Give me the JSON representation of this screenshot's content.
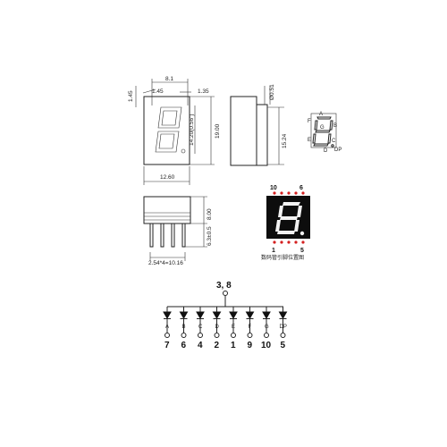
{
  "front_view": {
    "dims": {
      "top_width": "8.1",
      "top_left_small": "1.45",
      "top_right": "1.35",
      "seg_height": "14.20(0.56\")",
      "height": "19.00",
      "width": "12.60"
    }
  },
  "side_view": {
    "dims": {
      "dot": "Ø0.51",
      "height": "15.24"
    }
  },
  "bottom_view": {
    "dims": {
      "height": "8.00",
      "pin_len": "6.3±0.5",
      "pitch": "2.54*4=10.16"
    }
  },
  "segment_map": {
    "labels": [
      "A",
      "B",
      "C",
      "D",
      "E",
      "F",
      "G",
      "DP"
    ]
  },
  "display_photo": {
    "top_pins": [
      "10",
      "6"
    ],
    "bottom_pins": [
      "1",
      "5"
    ],
    "digit": "8.",
    "caption": "数码管引脚位置图"
  },
  "circuit": {
    "common_label": "3, 8",
    "segments": [
      "A",
      "B",
      "C",
      "D",
      "E",
      "F",
      "G",
      "DP"
    ],
    "pins": [
      "7",
      "6",
      "4",
      "2",
      "1",
      "9",
      "10",
      "5"
    ]
  },
  "colors": {
    "line": "#222222",
    "display_bg": "#0d0d0d",
    "display_seg": "#f2f2f2",
    "pin_dot": "#d41f1f"
  }
}
